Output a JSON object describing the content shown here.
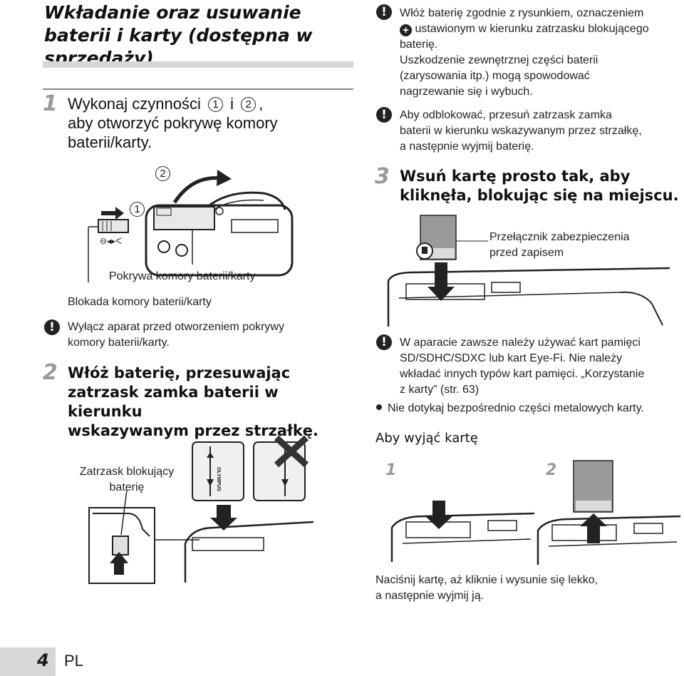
{
  "page_title": "Wkładanie oraz usuwanie baterii i karty (dostępna w sprzedaży)",
  "step1": {
    "number": "1",
    "text_a": "Wykonaj czynności",
    "marker_1": "1",
    "text_and": "i",
    "marker_2": "2",
    "text_b": ",",
    "line2": "aby otworzyć pokrywę komory",
    "line3": "baterii/karty."
  },
  "fig1": {
    "marker_1": "1",
    "marker_2": "2",
    "label_cover": "Pokrywa komory baterii/karty",
    "label_lock": "Blokada komory baterii/karty"
  },
  "note_power_off": "Wyłącz aparat przed otworzeniem pokrywy komory baterii/karty.",
  "step2": {
    "number": "2",
    "line1": "Włóż baterię, przesuwając",
    "line2": "zatrzask zamka baterii w kierunku",
    "line3": "wskazywanym przez strzałkę."
  },
  "fig2": {
    "label_latch_line1": "Zatrzask blokujący",
    "label_latch_line2": "baterię",
    "battery_brand": "OLYMPUS"
  },
  "note_insert": {
    "line1": "Włóż baterię zgodnie z rysunkiem, oznaczeniem",
    "plus_symbol": "+",
    "line2": "ustawionym w kierunku zatrzasku blokującego",
    "line3": "baterię.",
    "line4": "Uszkodzenie zewnętrznej części baterii",
    "line5": "(zarysowania itp.) mogą spowodować",
    "line6": "nagrzewanie się i wybuch."
  },
  "note_unlock": {
    "line1": "Aby odblokować, przesuń zatrzask zamka",
    "line2": "baterii w kierunku wskazywanym przez strzałkę,",
    "line3": "a następnie wyjmij baterię."
  },
  "step3": {
    "number": "3",
    "line1": "Wsuń kartę prosto tak, aby",
    "line2": "kliknęła, blokując się na miejscu."
  },
  "fig3": {
    "label_switch_line1": "Przełącznik zabezpieczenia",
    "label_switch_line2": "przed zapisem"
  },
  "note_card": {
    "line1": "W aparacie zawsze należy używać kart pamięci",
    "line2": "SD/SDHC/SDXC lub kart Eye-Fi. Nie należy",
    "line3": "wkładać innych typów kart pamięci. „Korzystanie",
    "line4": "z karty” (str. 63)"
  },
  "bullet_metal": "Nie dotykaj bezpośrednio części metalowych karty.",
  "remove_card": {
    "heading": "Aby wyjąć kartę",
    "fig_num_1": "1",
    "fig_num_2": "2",
    "caption_line1": "Naciśnij kartę, aż kliknie i wysunie się lekko,",
    "caption_line2": "a następnie wyjmij ją."
  },
  "footer": {
    "page_number": "4",
    "language": "PL"
  },
  "warning_symbol": "!",
  "colors": {
    "step_number": "#9a9a9a",
    "title_bar": "#d7d7d7",
    "text": "#1a1a1a"
  },
  "icons": [
    "warning-icon",
    "plus-icon",
    "arrow-icon",
    "battery-icon",
    "sd-card-icon",
    "camera-icon"
  ]
}
